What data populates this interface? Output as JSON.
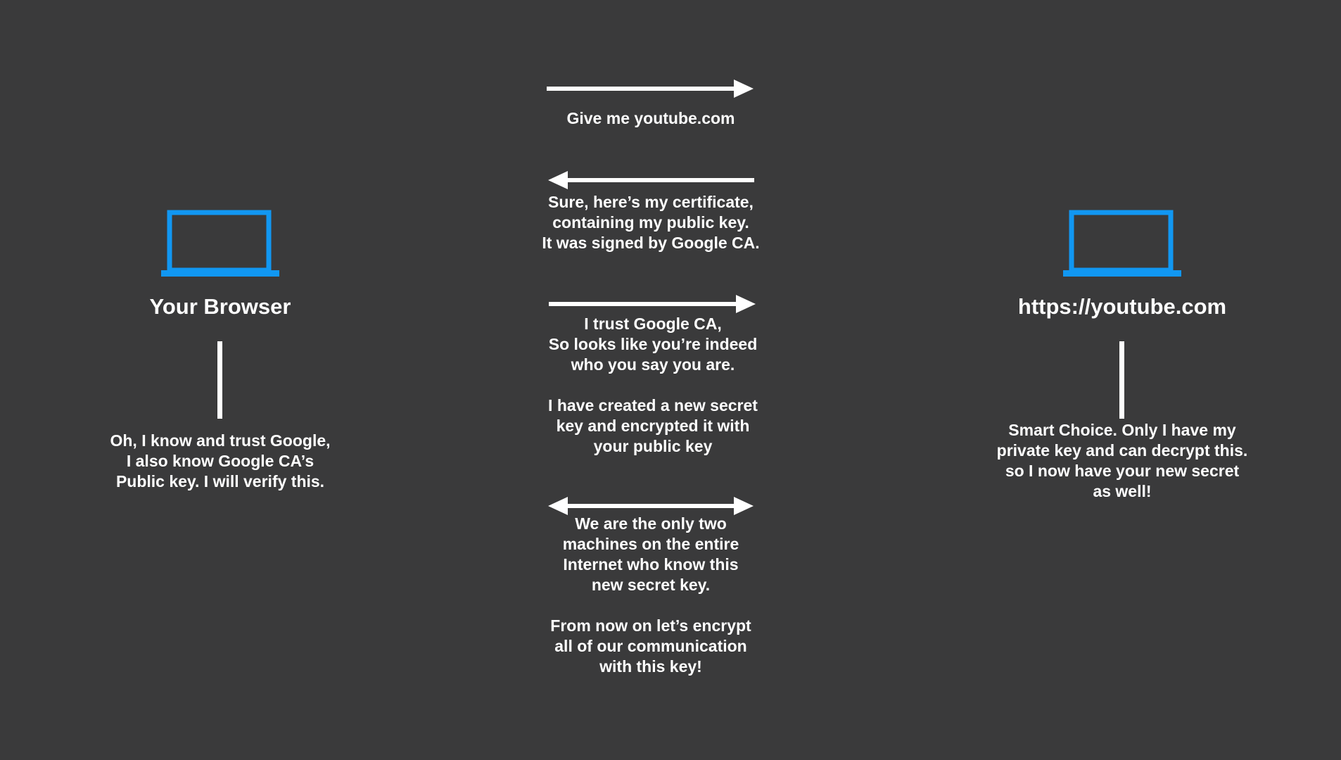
{
  "colors": {
    "background": "#3a3a3b",
    "laptop": "#1197f2",
    "text": "#ffffff",
    "arrow": "#ffffff"
  },
  "left_node": {
    "icon": "laptop-icon",
    "label": "Your Browser",
    "note": "Oh, I know and trust Google,\nI also know Google CA’s\nPublic key. I will verify this."
  },
  "right_node": {
    "icon": "laptop-icon",
    "label": "https://youtube.com",
    "note": "Smart Choice. Only I have my\nprivate key and can decrypt this.\nso I now have your new secret\nas well!"
  },
  "messages": [
    {
      "direction": "right",
      "text": "Give me youtube.com"
    },
    {
      "direction": "left",
      "text": "Sure, here’s my certificate,\ncontaining my public key.\nIt was signed by Google CA."
    },
    {
      "direction": "right",
      "text": "I trust Google CA,\nSo looks like you’re indeed\nwho you say you are.\n\nI have created a new secret\nkey and encrypted it with\nyour public key"
    },
    {
      "direction": "both",
      "text": "We are the only two\nmachines on the entire\nInternet who know this\nnew secret key.\n\nFrom now on let’s encrypt\nall of our communication\nwith this key!"
    }
  ]
}
